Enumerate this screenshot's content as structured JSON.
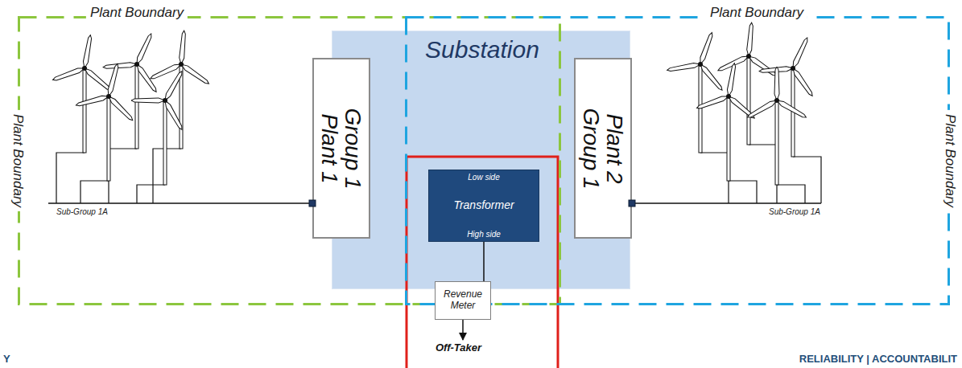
{
  "diagram": {
    "nodes": [
      {
        "text": [
          "Plant Boundary",
          "Plant Boundary"
        ]
      },
      {
        "text": [
          "Plant 1",
          "Group 1"
        ],
        "in": 0
      },
      {
        "text": [
          "Plant Boundary",
          "Plant Boundary"
        ]
      },
      {
        "text": [
          "Group 1",
          "Plant 2"
        ],
        "in": 2
      },
      {
        "text": [
          "Substation"
        ]
      },
      {
        "text": [
          "Low side",
          "Transformer",
          "High side"
        ],
        "in": 4
      },
      {
        "text": [
          "Revenue Meter"
        ]
      }
    ],
    "edges": [
      {
        "from": 5,
        "to": 6,
        "arrow": "none"
      }
    ],
    "labels": [
      "Sub-Group 1A",
      "Sub-Group 1A",
      "Off-Taker",
      "Y",
      "RELIABILITY | ACCOUNTABILIT"
    ]
  }
}
